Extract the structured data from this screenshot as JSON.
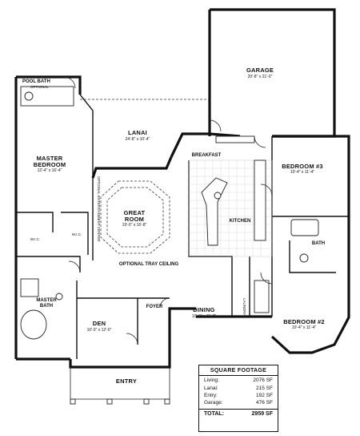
{
  "rooms": {
    "pool_bath": {
      "name": "POOL BATH",
      "note": "OPTIONAL"
    },
    "garage": {
      "name": "GARAGE",
      "dim": "20'-8\" x 21'-0\""
    },
    "lanai": {
      "name": "LANAI",
      "dim": "24'-8\" x 10'-4\""
    },
    "master_bedroom": {
      "name_line1": "MASTER",
      "name_line2": "BEDROOM",
      "dim": "12'-4\" x 16'-4\""
    },
    "breakfast": {
      "name": "BREAKFAST"
    },
    "bedroom3": {
      "name": "BEDROOM #3",
      "dim": "10'-4\" x 11'-4\""
    },
    "great_room": {
      "name_line1": "GREAT",
      "name_line2": "ROOM",
      "dim": "19'-0\" x 16'-8\""
    },
    "kitchen": {
      "name": "KITCHEN"
    },
    "bath": {
      "name": "BATH"
    },
    "wic_left": {
      "name": "W.I.C."
    },
    "wic_right": {
      "name": "W.I.C."
    },
    "optional_entertainment": {
      "name": "OPTIONAL ENTERTAINMENT CENTER"
    },
    "optional_tray": {
      "name": "OPTIONAL TRAY CEILING"
    },
    "master_bath": {
      "name_line1": "MASTER",
      "name_line2": "BATH"
    },
    "den": {
      "name": "DEN",
      "dim": "10'-0\" x 12'-0\""
    },
    "foyer": {
      "name": "FOYER"
    },
    "dining": {
      "name": "DINING",
      "dim": "10'-0\" x 11'-8\""
    },
    "laundry": {
      "name": "LAUNDRY"
    },
    "bedroom2": {
      "name": "BEDROOM #2",
      "dim": "10'-4\" x 11'-4\""
    },
    "entry": {
      "name": "ENTRY"
    }
  },
  "square_footage": {
    "title": "SQUARE FOOTAGE",
    "rows": [
      {
        "label": "Living:",
        "value": "2076 SF"
      },
      {
        "label": "Lanai:",
        "value": "215 SF"
      },
      {
        "label": "Entry:",
        "value": "192 SF"
      },
      {
        "label": "Garage:",
        "value": "476 SF"
      }
    ],
    "total": {
      "label": "TOTAL:",
      "value": "2959 SF"
    }
  }
}
